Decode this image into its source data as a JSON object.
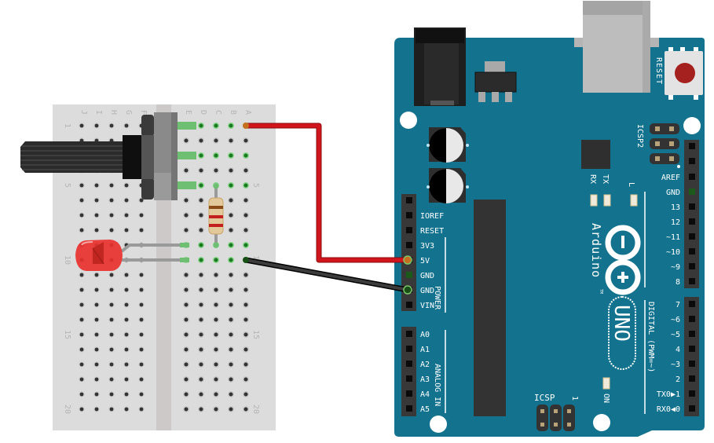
{
  "breadboard": {
    "left_columns": [
      "J",
      "I",
      "H",
      "G",
      "F"
    ],
    "right_columns": [
      "E",
      "D",
      "C",
      "B",
      "A"
    ],
    "row_count": 20,
    "row_labels": [
      "1",
      "5",
      "10",
      "15",
      "20"
    ],
    "highlighted": {
      "rows_right_all": [
        1,
        3,
        5,
        9,
        10
      ],
      "resistor_column": "C"
    }
  },
  "potentiometer": {
    "name": "Potentiometer",
    "pins_rows": [
      1,
      3,
      5
    ]
  },
  "led": {
    "name": "Red LED",
    "color": "#e8312f",
    "rows": [
      9,
      10
    ]
  },
  "resistor": {
    "name": "Resistor",
    "from_row": 5,
    "to_row": 9,
    "bands": [
      "#8a4b17",
      "#c21f1f",
      "#c21f1f"
    ]
  },
  "wires": [
    {
      "name": "5V wire",
      "color": "#c8151b",
      "from": "A1",
      "to": "5V"
    },
    {
      "name": "GND wire",
      "color": "#333333",
      "from": "A10",
      "to": "GND"
    }
  ],
  "arduino": {
    "brand": "Arduino",
    "model": "UNO",
    "trademark": "TM",
    "board_color": "#13738f",
    "reset_label": "RESET",
    "icsp2_label": "ICSP2",
    "icsp_label": "ICSP",
    "icsp_pin1": "1",
    "on_label": "ON",
    "led_labels": {
      "tx": "TX",
      "rx": "RX",
      "l": "L"
    },
    "power_header_title": "POWER",
    "analog_header_title": "ANALOG IN",
    "digital_header_title": "DIGITAL (PWM=~)",
    "power_pins": [
      "IOREF",
      "RESET",
      "3V3",
      "5V",
      "GND",
      "GND",
      "VIN"
    ],
    "analog_pins": [
      "A0",
      "A1",
      "A2",
      "A3",
      "A4",
      "A5"
    ],
    "digital_upper_pins": [
      "AREF",
      "GND",
      "13",
      "12",
      "~11",
      "~10",
      "~9",
      "8"
    ],
    "digital_lower_pins": [
      "7",
      "~6",
      "~5",
      "4",
      "~3",
      "2",
      "TX0▶1",
      "RX0◀0"
    ]
  }
}
